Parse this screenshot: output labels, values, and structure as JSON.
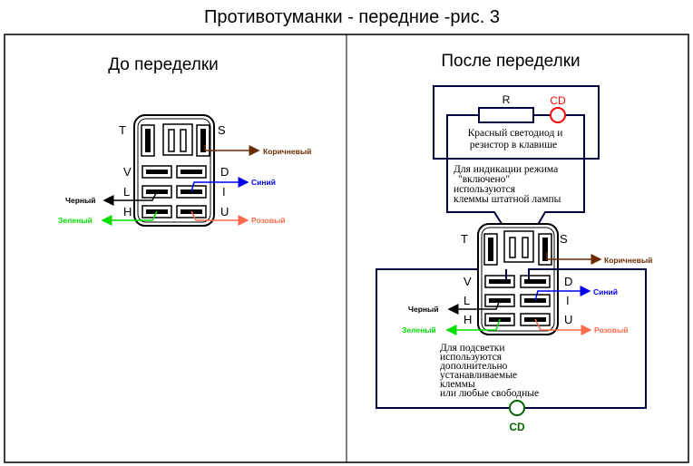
{
  "title": "Противотуманки - передние -рис. 3",
  "colors": {
    "frame": "#000000",
    "navy": "#000040",
    "brown": "#6b2a00",
    "blue": "#0000ee",
    "green": "#00dd00",
    "salmon": "#ff6a4d",
    "red": "#ff0000",
    "darkgreen": "#006600"
  },
  "left": {
    "heading": "До переделки",
    "pins": {
      "t": "T",
      "s": "S",
      "v": "V",
      "d": "D",
      "l": "L",
      "i": "I",
      "h": "H",
      "u": "U"
    },
    "wires": {
      "brown": "Коричневый",
      "blue": "Синий",
      "black": "Черный",
      "green": "Зеленый",
      "pink": "Розовый"
    }
  },
  "right": {
    "heading": "После переделки",
    "resistor_label": "R",
    "led_label": "CD",
    "switch_note": [
      "Красный светодиод и",
      "резистор в клавише"
    ],
    "indication_note": [
      "Для индикации режима",
      "\"включено\"",
      "используются",
      "клеммы  штатной лампы"
    ],
    "pins": {
      "t": "T",
      "s": "S",
      "v": "V",
      "d": "D",
      "l": "L",
      "i": "I",
      "h": "H",
      "u": "U"
    },
    "wires": {
      "brown": "Коричневый",
      "blue": "Синий",
      "black": "Черный",
      "green": "Зеленый",
      "pink": "Розовый"
    },
    "backlight_note": [
      "Для подсветки",
      "используются",
      "дополнительно",
      "устанавливаемые",
      "клеммы",
      "или любые свободные"
    ],
    "bottom_led_label": "CD"
  }
}
